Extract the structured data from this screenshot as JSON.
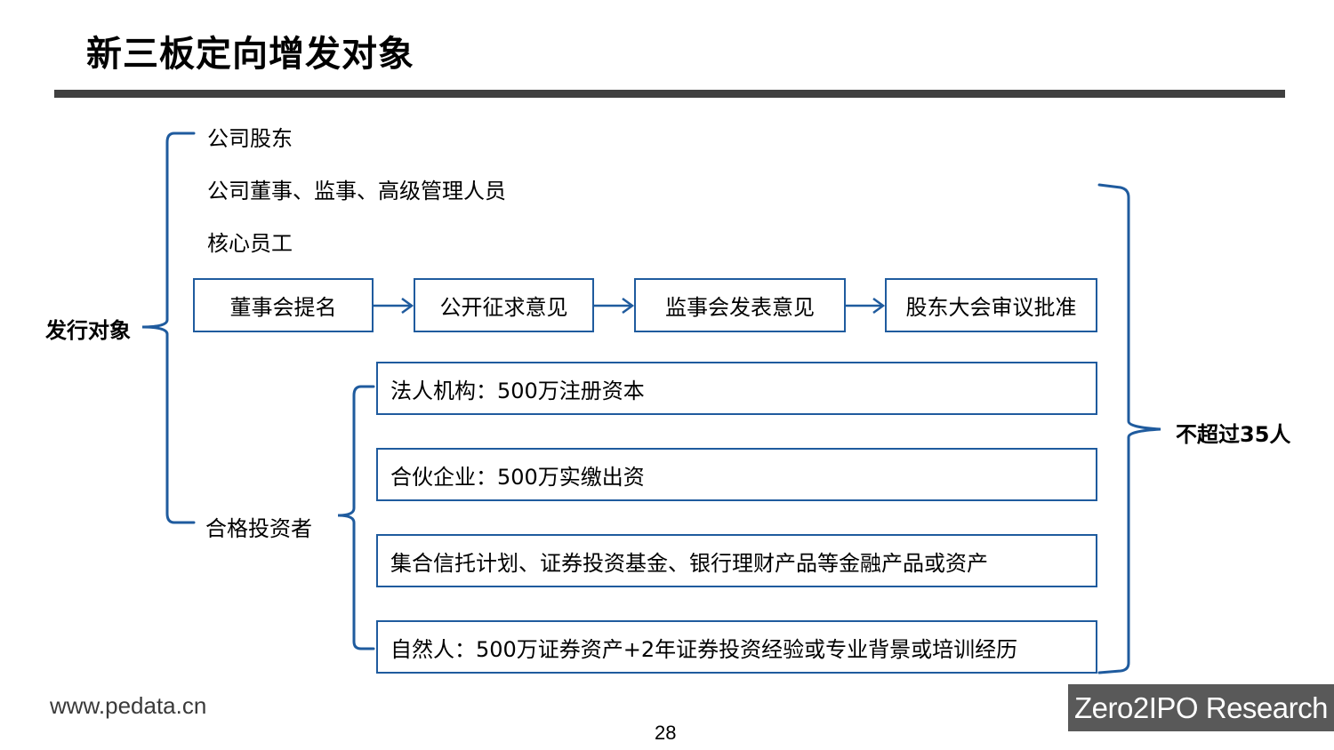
{
  "title": "新三板定向增发对象",
  "root_label": "发行对象",
  "categories": {
    "shareholders": "公司股东",
    "executives": "公司董事、监事、高级管理人员",
    "core_staff": "核心员工",
    "qualified_investors": "合格投资者"
  },
  "process_steps": [
    "董事会提名",
    "公开征求意见",
    "监事会发表意见",
    "股东大会审议批准"
  ],
  "investor_types": [
    "法人机构：500万注册资本",
    "合伙企业：500万实缴出资",
    "集合信托计划、证券投资基金、银行理财产品等金融产品或资产",
    "自然人：500万证券资产+2年证券投资经验或专业背景或培训经历"
  ],
  "limit_label": "不超过35人",
  "footer": {
    "url": "www.pedata.cn",
    "page_number": "28",
    "brand": "Zero2IPO Research"
  },
  "colors": {
    "accent_blue": "#1f5b9e",
    "title_rule": "#404040",
    "brand_bg": "#595959"
  }
}
